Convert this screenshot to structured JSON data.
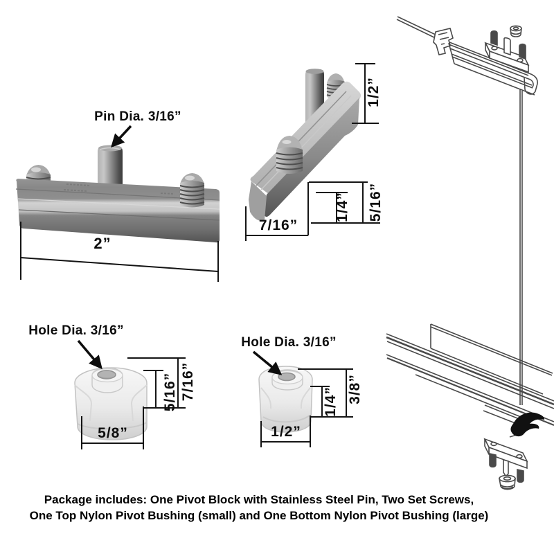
{
  "side_view": {
    "pin_callout": "Pin Dia. 3/16”",
    "width": "2”"
  },
  "perspective_view": {
    "pin_height": "1/2”",
    "base_thickness": "1/4”",
    "overall_thickness": "5/16”",
    "block_width": "7/16”"
  },
  "large_bushing": {
    "hole_callout": "Hole Dia. 3/16”",
    "inner_height": "5/16”",
    "overall_height": "7/16”",
    "outer_width": "5/8”"
  },
  "small_bushing": {
    "hole_callout": "Hole Dia. 3/16”",
    "inner_height": "1/4”",
    "overall_height": "3/8”",
    "outer_width": "1/2”"
  },
  "caption": {
    "line1": "Package includes: One Pivot Block with Stainless Steel Pin, Two Set Screws,",
    "line2": "One Top Nylon Pivot Bushing (small) and One Bottom Nylon Pivot Bushing (large)"
  },
  "colors": {
    "ink": "#0d0d0d",
    "line_art": "#4a4a4a",
    "metal_mid": "#8a8a8a",
    "nylon": "#efefef",
    "background": "#ffffff"
  }
}
